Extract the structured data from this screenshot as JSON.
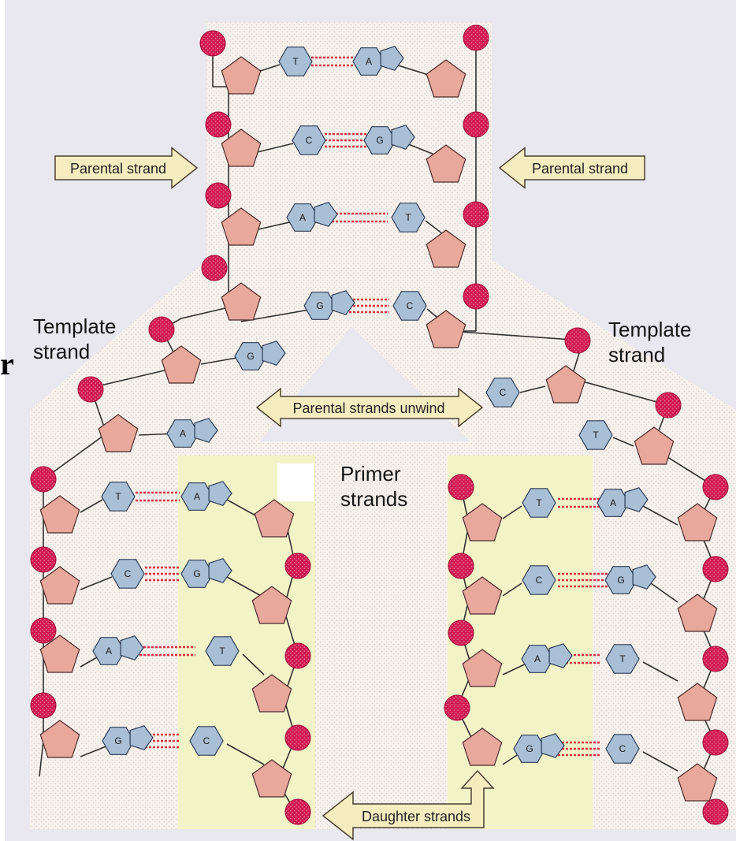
{
  "labels": {
    "parental_strand_left": "Parental strand",
    "parental_strand_right": "Parental strand",
    "template_strand_left": [
      "Template",
      "strand"
    ],
    "template_strand_right": [
      "Template",
      "strand"
    ],
    "parental_strands_unwind": "Parental strands unwind",
    "primer_strands": [
      "Primer",
      "strands"
    ],
    "daughter_strands": "Daughter strands",
    "edge_fragment": "r"
  },
  "bases": {
    "top_pairs": [
      [
        "T",
        "A"
      ],
      [
        "C",
        "G"
      ],
      [
        "A",
        "T"
      ],
      [
        "G",
        "C"
      ]
    ],
    "left_fork_unpaired": [
      "G",
      "A"
    ],
    "right_fork_unpaired": [
      "C",
      "T"
    ],
    "left_daughter_pairs": [
      [
        "T",
        "A"
      ],
      [
        "C",
        "G"
      ],
      [
        "A",
        "T"
      ],
      [
        "G",
        "C"
      ]
    ],
    "right_daughter_pairs": [
      [
        "T",
        "A"
      ],
      [
        "C",
        "G"
      ],
      [
        "A",
        "T"
      ],
      [
        "G",
        "C"
      ]
    ]
  },
  "colors": {
    "background": "#e8e8ee",
    "dna_region": "#f6f1ec",
    "daughter_highlight": "#f3f3c8",
    "phosphate": "#d01850",
    "sugar": "#e8a89c",
    "base": "#a9bfd6",
    "hydrogen_bond": "#d83040",
    "arrow_fill": "#f5ecc0"
  }
}
